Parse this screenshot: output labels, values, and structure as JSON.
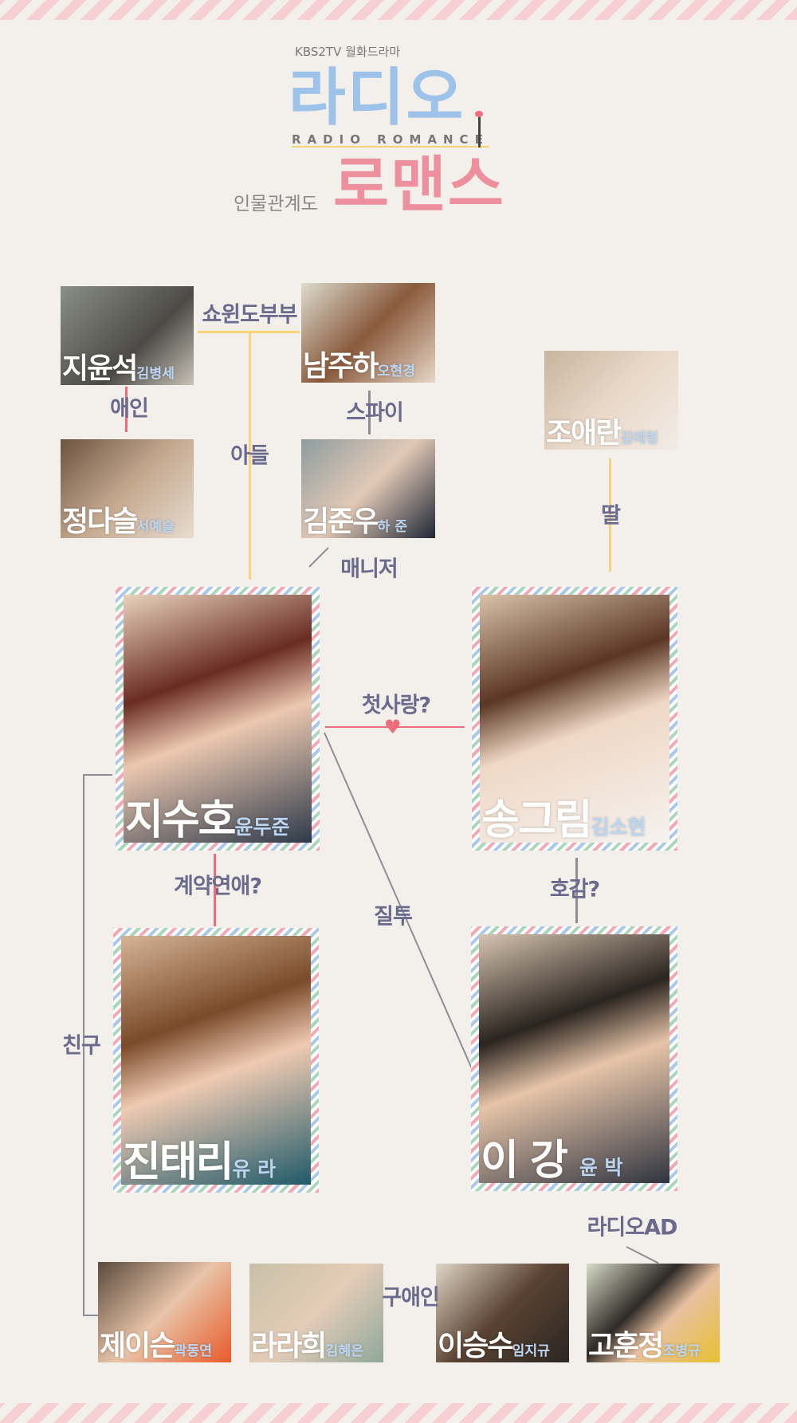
{
  "header": {
    "network": "KBS2TV 월화드라마",
    "title_top": "라디오",
    "subtitle_en": "RADIO ROMANCE",
    "title_bottom": "로맨스",
    "chart_label": "인물관계도"
  },
  "colors": {
    "background": "#f3efeb",
    "label": "#6a6a8c",
    "yellow": "#f7d37a",
    "red": "#ef6c7c",
    "gray": "#8e8e96",
    "title_blue": "#9dc3ea",
    "title_pink": "#ee8f9d"
  },
  "characters": {
    "ji_yunseok": {
      "name": "지윤석",
      "actor": "김병세"
    },
    "nam_juha": {
      "name": "남주하",
      "actor": "오현경"
    },
    "jung_daseul": {
      "name": "정다슬",
      "actor": "서예슬"
    },
    "kim_junwoo": {
      "name": "김준우",
      "actor": "하 준"
    },
    "jo_aeran": {
      "name": "조애란",
      "actor": "김예령"
    },
    "ji_suho": {
      "name": "지수호",
      "actor": "윤두준"
    },
    "song_geurim": {
      "name": "송그림",
      "actor": "김소현"
    },
    "jin_taeri": {
      "name": "진태리",
      "actor": "유 라"
    },
    "lee_kang": {
      "name": "이 강",
      "actor": "윤 박"
    },
    "jason": {
      "name": "제이슨",
      "actor": "곽동연"
    },
    "ra_rahee": {
      "name": "라라희",
      "actor": "김혜은"
    },
    "lee_seungsu": {
      "name": "이승수",
      "actor": "임지규"
    },
    "go_hunjeong": {
      "name": "고훈정",
      "actor": "조병규"
    }
  },
  "relations": {
    "showwindow": "쇼윈도부부",
    "lover": "애인",
    "son": "아들",
    "spy": "스파이",
    "manager": "매니저",
    "daughter": "딸",
    "first_love": "첫사랑?",
    "jealousy": "질투",
    "contract": "계약연애?",
    "crush": "호감?",
    "friend": "친구",
    "radio_ad": "라디오AD",
    "ex": "구애인"
  }
}
